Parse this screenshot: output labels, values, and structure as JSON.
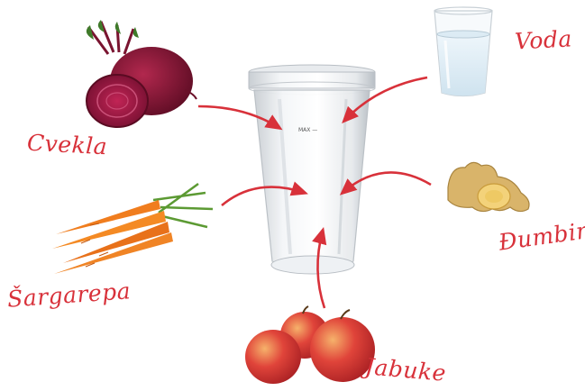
{
  "ingredients": {
    "beet_label": "Cvekla",
    "water_label": "Voda",
    "ginger_label": "Đumbir",
    "carrot_label": "Šargarepa",
    "apple_label": "Jabuke"
  },
  "cup": {
    "max_mark": "MAX —"
  },
  "colors": {
    "arrow": "#d8313a",
    "label": "#d8313a",
    "beet": "#7a1430",
    "carrot": "#f07d1e",
    "apple": "#d9352c",
    "ginger": "#d9b46a",
    "water": "#e3f0f8"
  },
  "icons": [
    "beet-icon",
    "water-glass-icon",
    "ginger-icon",
    "carrot-icon",
    "apple-icon",
    "blender-cup-icon"
  ]
}
